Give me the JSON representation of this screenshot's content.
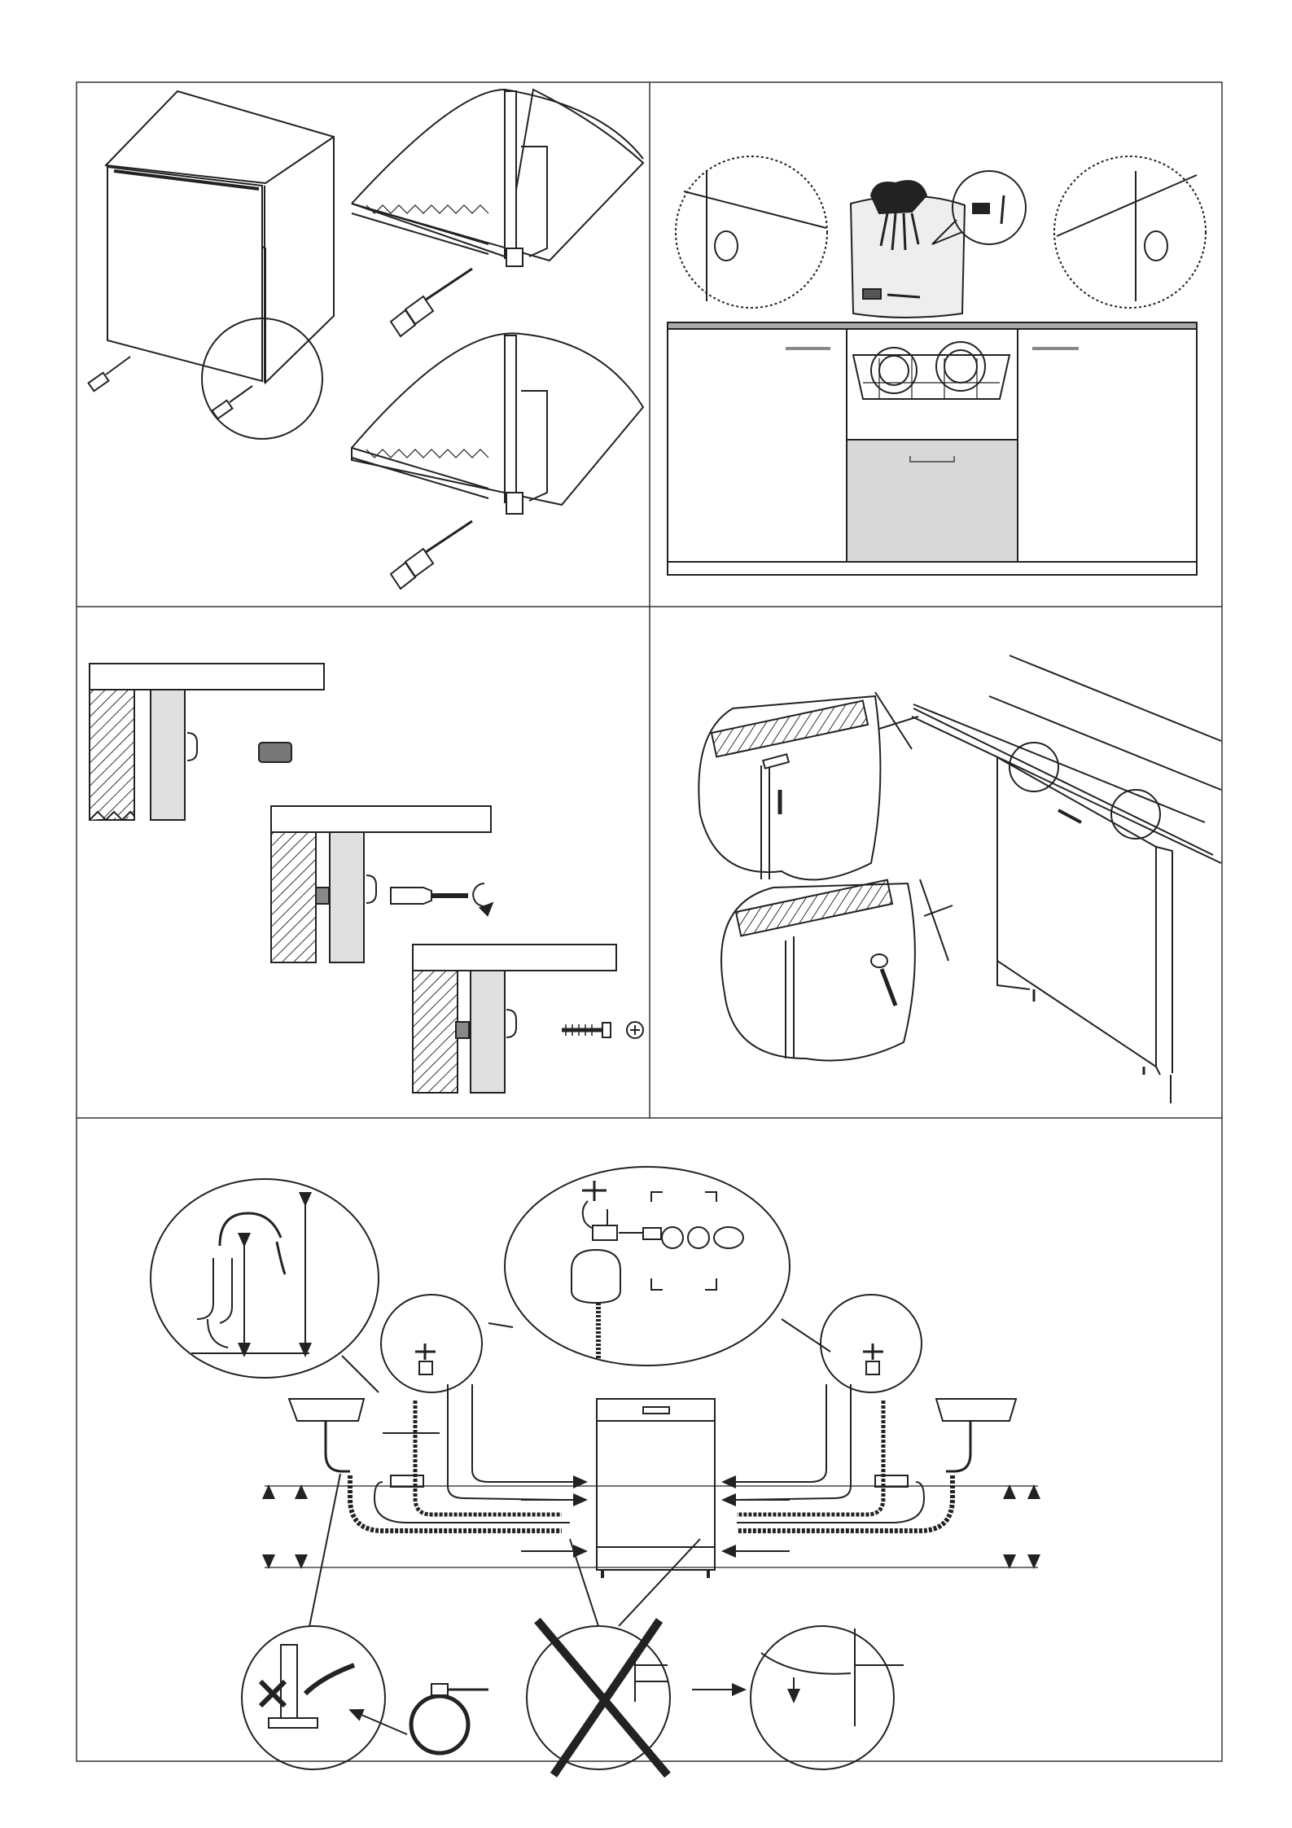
{
  "page": {
    "kind": "installation-instruction-sheet",
    "text_content": []
  },
  "panels": [
    {
      "id": "panel-1",
      "subject": "adjusting-feet-with-screwdriver"
    },
    {
      "id": "panel-2",
      "subject": "wall-fixing-with-plugs-and-cabinet-layout"
    },
    {
      "id": "panel-3",
      "subject": "fixing-side-screws-into-cabinet"
    },
    {
      "id": "panel-4",
      "subject": "fixing-top-brackets-to-worktop"
    },
    {
      "id": "panel-5",
      "subject": "water-supply-and-drain-hose-connection"
    }
  ],
  "icons": [
    "screwdriver-icon",
    "screw-icon",
    "water-tap-icon",
    "hose-clamp-icon",
    "prohibited-cross-icon",
    "arrow-icon"
  ]
}
